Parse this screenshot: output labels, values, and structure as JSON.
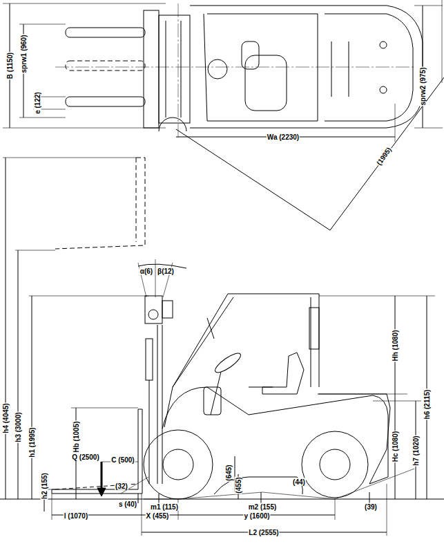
{
  "diagram": {
    "labels": [
      "B (1150)",
      "sprw1 (960)",
      "e (122)",
      "Wa (2230)",
      "(1995)",
      "sprw2 (975)",
      "h4 (4045)",
      "h3 (3000)",
      "h1 (1995)",
      "Hb (1005)",
      "h2 (155)",
      "α(6)",
      "β(12)",
      "Q (2500)",
      "C (500)",
      "(32)",
      "s (40)",
      "m1 (115)",
      "(645)",
      "(455)",
      "(44)",
      "m2 (155)",
      "(39)",
      "Hh (1080)",
      "h6 (2115)",
      "Hc (1080)",
      "h7 (1020)",
      "l (1070)",
      "X (455)",
      "y (1600)",
      "L2 (2555)"
    ]
  }
}
